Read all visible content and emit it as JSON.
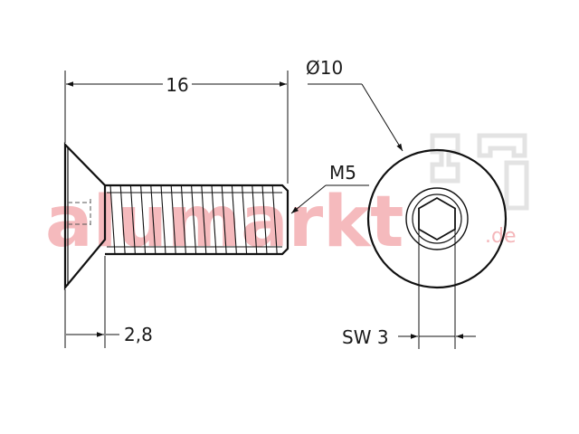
{
  "drawing": {
    "dimensions": {
      "length": "16",
      "head_diameter": "Ø10",
      "thread": "M5",
      "head_height": "2,8",
      "socket": "SW 3"
    },
    "watermark": {
      "brand": "alumarkt",
      "tld": ".de"
    },
    "colors": {
      "line": "#111111",
      "watermark": "#f2a3a8"
    }
  }
}
